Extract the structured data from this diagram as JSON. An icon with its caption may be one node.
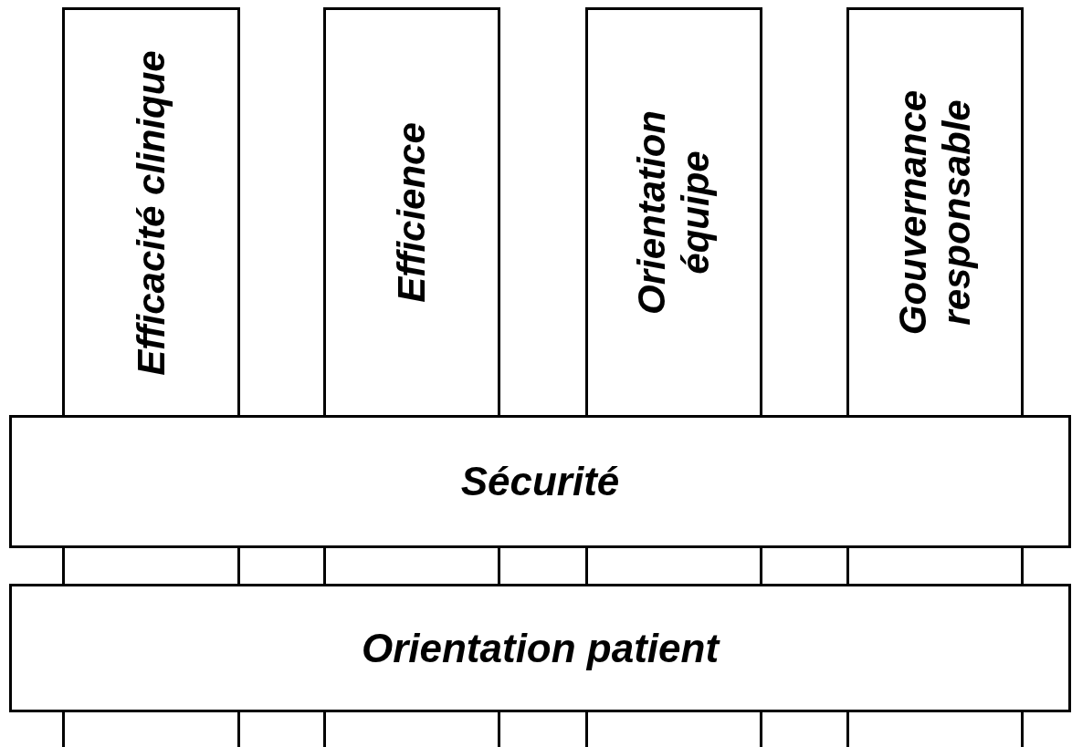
{
  "diagram": {
    "nodes": [
      {
        "text": [
          "Efficacité clinique"
        ]
      },
      {
        "text": [
          "Efficience"
        ]
      },
      {
        "text": [
          "Orientation équipe"
        ]
      },
      {
        "text": [
          "Gouvernance responsable"
        ]
      },
      {
        "text": [
          "Sécurité"
        ]
      },
      {
        "text": [
          "Orientation patient"
        ]
      }
    ]
  }
}
